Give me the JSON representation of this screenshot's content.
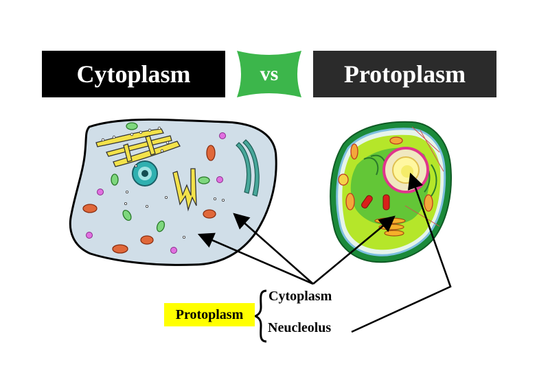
{
  "header": {
    "left_title": "Cytoplasm",
    "vs": "vs",
    "right_title": "Protoplasm"
  },
  "labels": {
    "protoplasm": "Protoplasm",
    "cytoplasm": "Cytoplasm",
    "nucleolus": "Neucleolus"
  },
  "colors": {
    "banner_left": "#000000",
    "banner_right": "#2b2b2b",
    "vs_green": "#3cb64b",
    "highlight": "#ffff00",
    "animal_cell_fill": "#d0dee8",
    "plant_wall": "#1b8a3a",
    "plant_cytoplasm": "#b5e62a",
    "nucleus_pink": "#e0358c"
  }
}
